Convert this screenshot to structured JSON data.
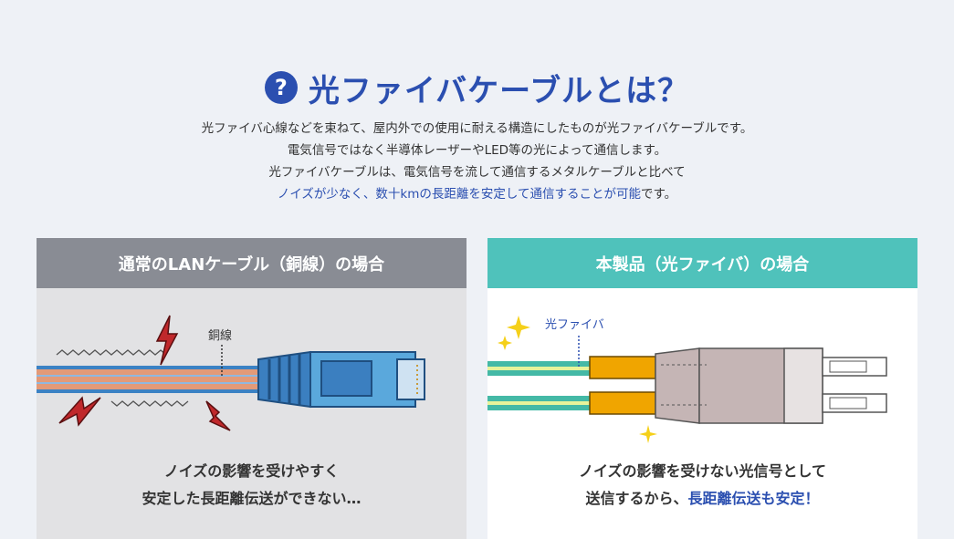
{
  "header": {
    "question_icon": "?",
    "title": "光ファイバケーブルとは？"
  },
  "description": {
    "line1": "光ファイバ心線などを束ねて、屋内外での使用に耐える構造にしたものが光ファイバケーブルです。",
    "line2": "電気信号ではなく半導体レーザーやLED等の光によって通信します。",
    "line3": "光ファイバケーブルは、電気信号を流して通信するメタルケーブルと比べて",
    "line4_blue": "ノイズが少なく、数十kmの長距離を安定して通信することが可能",
    "line4_end": "です。"
  },
  "left_panel": {
    "title": "通常のLANケーブル（銅線）の場合",
    "label": "銅線",
    "caption_line1": "ノイズの影響を受けやすく",
    "caption_line2": "安定した長距離伝送ができない…",
    "icons": [
      "lightning-icon",
      "noise-wave-icon",
      "lan-connector-icon"
    ]
  },
  "right_panel": {
    "title": "本製品（光ファイバ）の場合",
    "label": "光ファイバ",
    "caption_line1": "ノイズの影響を受けない光信号として",
    "caption_line2_start": "送信するから、",
    "caption_line2_blue": "長距離伝送も安定！",
    "icons": [
      "sparkle-icon",
      "lc-connector-icon"
    ]
  },
  "colors": {
    "accent_blue": "#2b4fb0",
    "left_header": "#898c94",
    "right_header": "#4fc2bb",
    "lightning": "#c0282b",
    "connector_blue": "#3b7fc0",
    "fiber_orange": "#f0a500",
    "sparkle": "#f5d019"
  }
}
